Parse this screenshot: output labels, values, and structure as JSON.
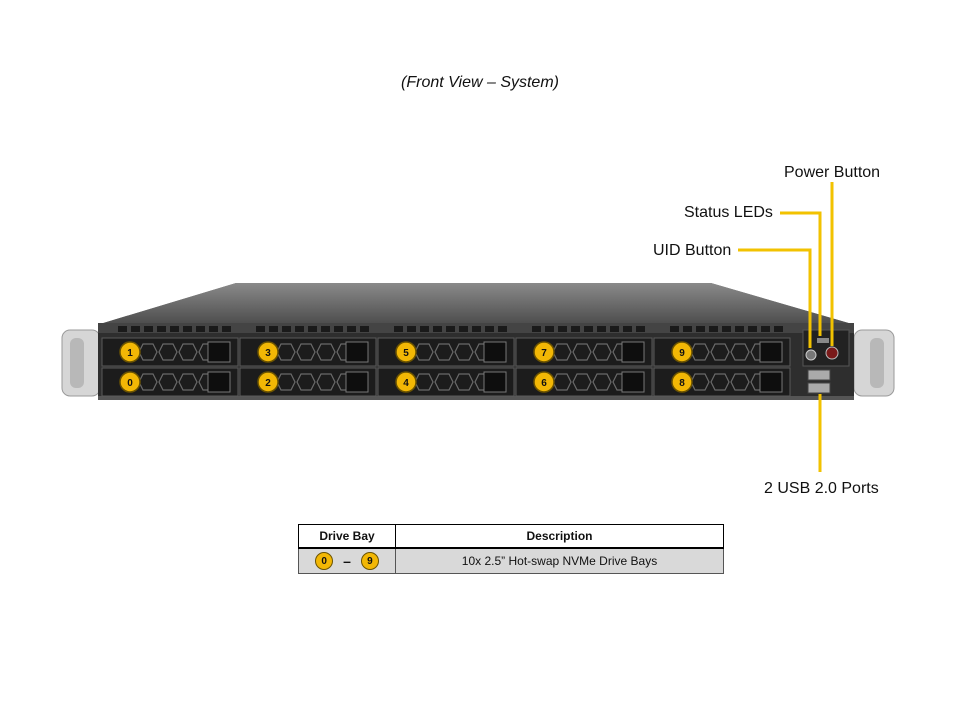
{
  "caption": "(Front View – System)",
  "callouts": {
    "power_button": "Power Button",
    "status_leds": "Status LEDs",
    "uid_button": "UID Button",
    "usb_ports": "2 USB 2.0 Ports"
  },
  "bays_top": [
    "1",
    "3",
    "5",
    "7",
    "9"
  ],
  "bays_bottom": [
    "0",
    "2",
    "4",
    "6",
    "8"
  ],
  "table": {
    "header_bay": "Drive Bay",
    "header_desc": "Description",
    "range_start": "0",
    "range_sep": "–",
    "range_end": "9",
    "description": "10x 2.5” Hot-swap NVMe Drive Bays"
  },
  "colors": {
    "callout_line": "#f2c200",
    "badge": "#f2b705",
    "chassis": "#3a3a3a"
  }
}
